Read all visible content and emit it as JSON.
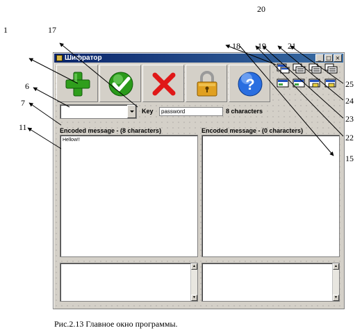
{
  "figure": {
    "caption": "Рис.2.13 Главное окно программы.",
    "callouts": {
      "n1": "1",
      "n6": "6",
      "n7": "7",
      "n11": "11",
      "n15": "15",
      "n17": "17",
      "n18": "18",
      "n19": "19",
      "n20": "20",
      "n21": "21",
      "n22": "22",
      "n23": "23",
      "n24": "24",
      "n25": "25"
    }
  },
  "window": {
    "title": "Шифратор",
    "controls": {
      "minimize": "_",
      "maximize": "□",
      "close": "×"
    }
  },
  "toolbar": {
    "buttons": [
      {
        "icon": "plus-icon"
      },
      {
        "icon": "check-icon"
      },
      {
        "icon": "cross-icon"
      },
      {
        "icon": "lock-icon"
      },
      {
        "icon": "help-icon"
      }
    ],
    "mini_buttons": 8
  },
  "key_row": {
    "combo_value": "",
    "key_label": "Key",
    "key_value": "password",
    "key_length": "8 characters"
  },
  "panels": {
    "left_header": "Encoded message - (8 characters)",
    "right_header": "Encoded message - (0 characters)",
    "left_text": "Hellow!!",
    "right_text": ""
  },
  "colors": {
    "titlebar_start": "#0a246a",
    "plus": "#2f9e1c",
    "check": "#2a9a1a",
    "cross": "#e01818",
    "lock": "#e0a020",
    "help": "#2a6ee0"
  }
}
